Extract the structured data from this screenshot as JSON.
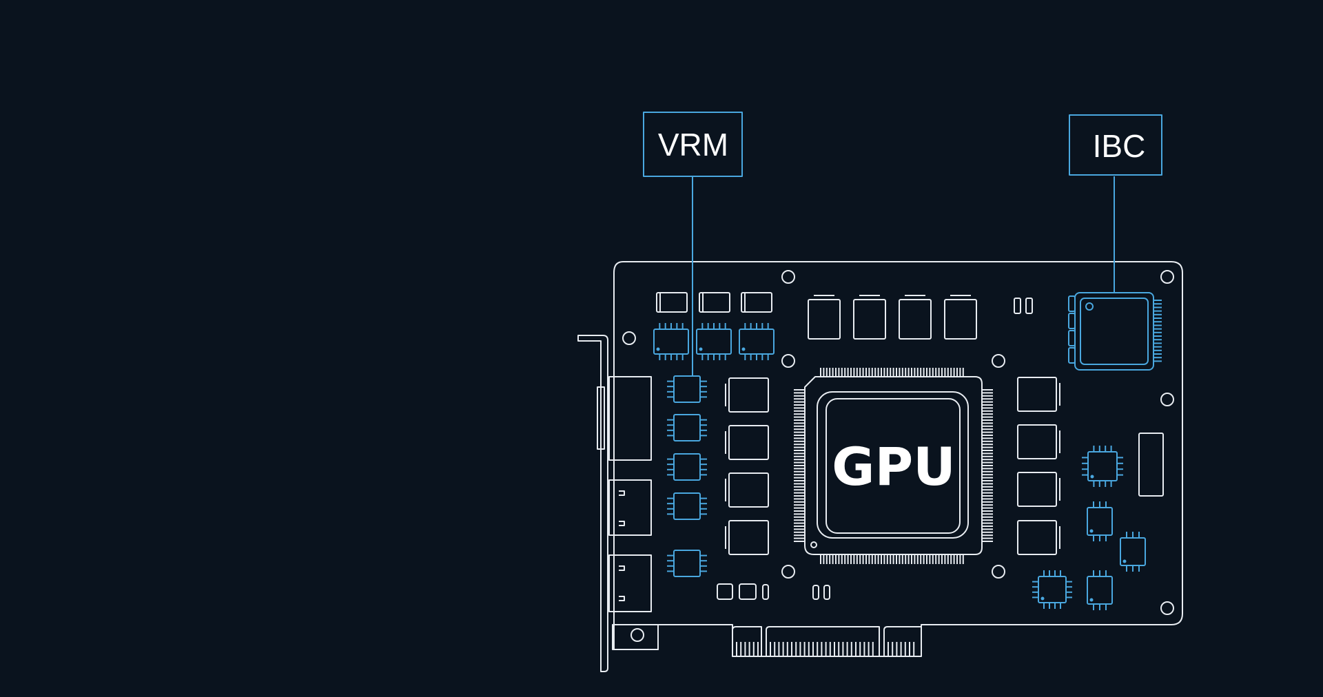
{
  "diagram": {
    "callouts": [
      {
        "name": "vrm",
        "label": "VRM"
      },
      {
        "name": "ibc",
        "label": "IBC"
      }
    ],
    "main_chip_label": "GPU",
    "colors": {
      "background": "#0a131e",
      "outline": "#e9edf2",
      "highlight": "#4aa8e0"
    }
  }
}
